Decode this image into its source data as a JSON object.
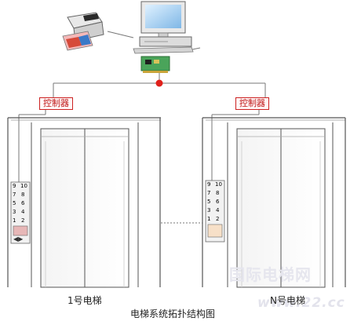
{
  "controller_label": "控制器",
  "elevator_1_label": "1号电梯",
  "elevator_n_label": "N号电梯",
  "figure_caption": "电梯系统拓扑结构图",
  "keypad_keys": [
    "9",
    "10",
    "7",
    "8",
    "5",
    "6",
    "3",
    "4",
    "1",
    "2"
  ],
  "keypad_arrows": "◀▶",
  "watermark_cn": "国际电梯网",
  "watermark_url": "www.22.cc",
  "colors": {
    "network_line": "#777777",
    "node": "#e0201a",
    "controller": "#c01818",
    "elevator_frame": "#555555"
  },
  "icons": [
    "printer-icon",
    "computer-icon",
    "network-card-icon"
  ]
}
